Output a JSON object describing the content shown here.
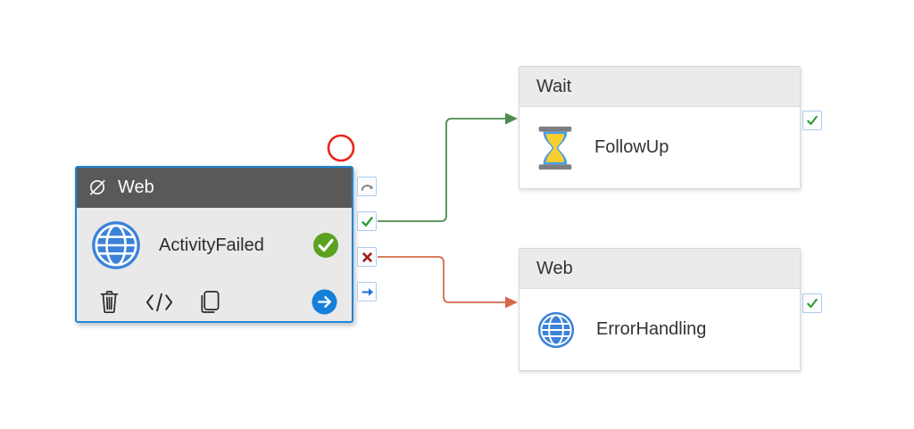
{
  "annotation": {
    "shape": "red-circle",
    "color": "#e8251c"
  },
  "main_activity": {
    "type_label": "Web",
    "name": "ActivityFailed",
    "status": "succeeded",
    "header_color": "#595959",
    "body_color": "#e9e9e9",
    "selected_border_color": "#1f86d8",
    "badge_color": "#5aa220",
    "icon_color": "#3b82d8",
    "toolbar": [
      {
        "id": "delete",
        "icon": "trash-icon",
        "color": "#2b2b2b"
      },
      {
        "id": "view-code",
        "icon": "code-icon",
        "color": "#2b2b2b"
      },
      {
        "id": "clone",
        "icon": "copy-icon",
        "color": "#2b2b2b"
      },
      {
        "id": "add-action",
        "icon": "arrow-right-circle-icon",
        "color": "#1580d8"
      }
    ],
    "ports": [
      {
        "id": "skip",
        "icon": "skip-arrow-icon",
        "color": "#808080"
      },
      {
        "id": "success",
        "icon": "check-icon",
        "color": "#2f9c35"
      },
      {
        "id": "failure",
        "icon": "x-icon",
        "color": "#a11c1c"
      },
      {
        "id": "completion",
        "icon": "arrow-right-icon",
        "color": "#1e70ce"
      }
    ]
  },
  "targets": [
    {
      "type_label": "Wait",
      "name": "FollowUp",
      "icon": "hourglass-icon",
      "port": {
        "id": "success",
        "icon": "check-icon",
        "color": "#2f9c35"
      }
    },
    {
      "type_label": "Web",
      "name": "ErrorHandling",
      "icon": "globe-icon",
      "port": {
        "id": "success",
        "icon": "check-icon",
        "color": "#2f9c35"
      }
    }
  ],
  "connectors": {
    "success": {
      "from": "ActivityFailed.success",
      "to": "FollowUp",
      "color": "#4d8b4f"
    },
    "failure": {
      "from": "ActivityFailed.failure",
      "to": "ErrorHandling",
      "color": "#d6694d"
    }
  },
  "hourglass_colors": {
    "glass": "#4c9ee8",
    "sand": "#f7cf2e",
    "bars": "#7e7e7e"
  }
}
